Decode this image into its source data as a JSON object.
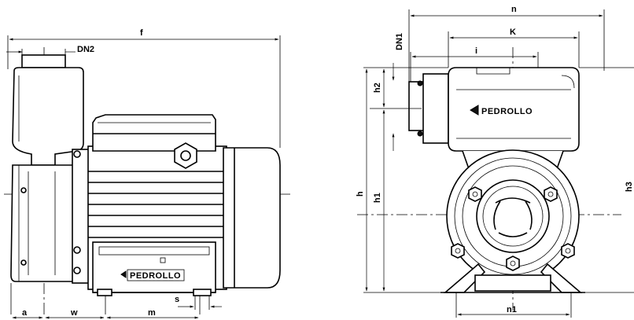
{
  "side_view": {
    "labels": {
      "f": "f",
      "dn2": "DN2",
      "a": "a",
      "w": "w",
      "m": "m",
      "s": "s"
    },
    "brand": "PEDROLLO"
  },
  "front_view": {
    "labels": {
      "n": "n",
      "k": "K",
      "i": "i",
      "dn1": "DN1",
      "h2": "h2",
      "h1": "h1",
      "h": "h",
      "h3": "h3",
      "n1": "n1"
    },
    "brand": "PEDROLLO"
  }
}
